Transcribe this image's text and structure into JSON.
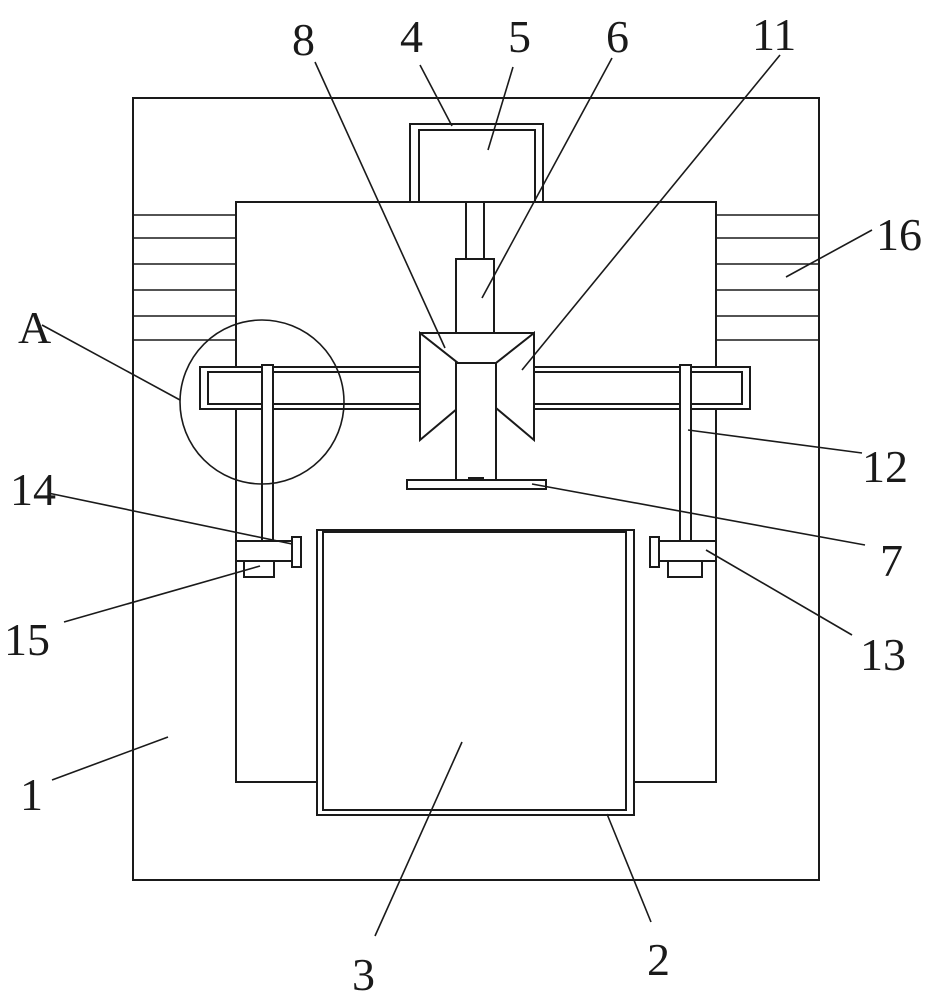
{
  "labels": {
    "l1": "1",
    "l2": "2",
    "l3": "3",
    "l4": "4",
    "l5": "5",
    "l6": "6",
    "l7": "7",
    "l8": "8",
    "l11": "11",
    "l12": "12",
    "l13": "13",
    "l14": "14",
    "l15": "15",
    "l16": "16",
    "lA": "A"
  }
}
